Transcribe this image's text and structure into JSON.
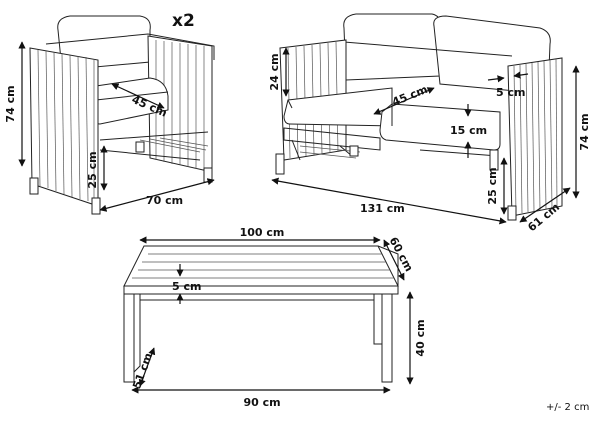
{
  "quantity_label": "x2",
  "armchair": {
    "height": "74 cm",
    "seat_depth": "45 cm",
    "seat_height": "25 cm",
    "width": "70 cm"
  },
  "sofa": {
    "back_height": "24 cm",
    "seat_depth": "45 cm",
    "arm_thickness": "5 cm",
    "height": "74 cm",
    "cushion_thickness": "15 cm",
    "seat_height": "25 cm",
    "width": "131 cm",
    "depth": "61 cm"
  },
  "table": {
    "length": "100 cm",
    "width": "60 cm",
    "top_thickness": "5 cm",
    "height": "40 cm",
    "leg_depth": "51 cm",
    "leg_width": "90 cm"
  },
  "tolerance": "+/- 2 cm"
}
